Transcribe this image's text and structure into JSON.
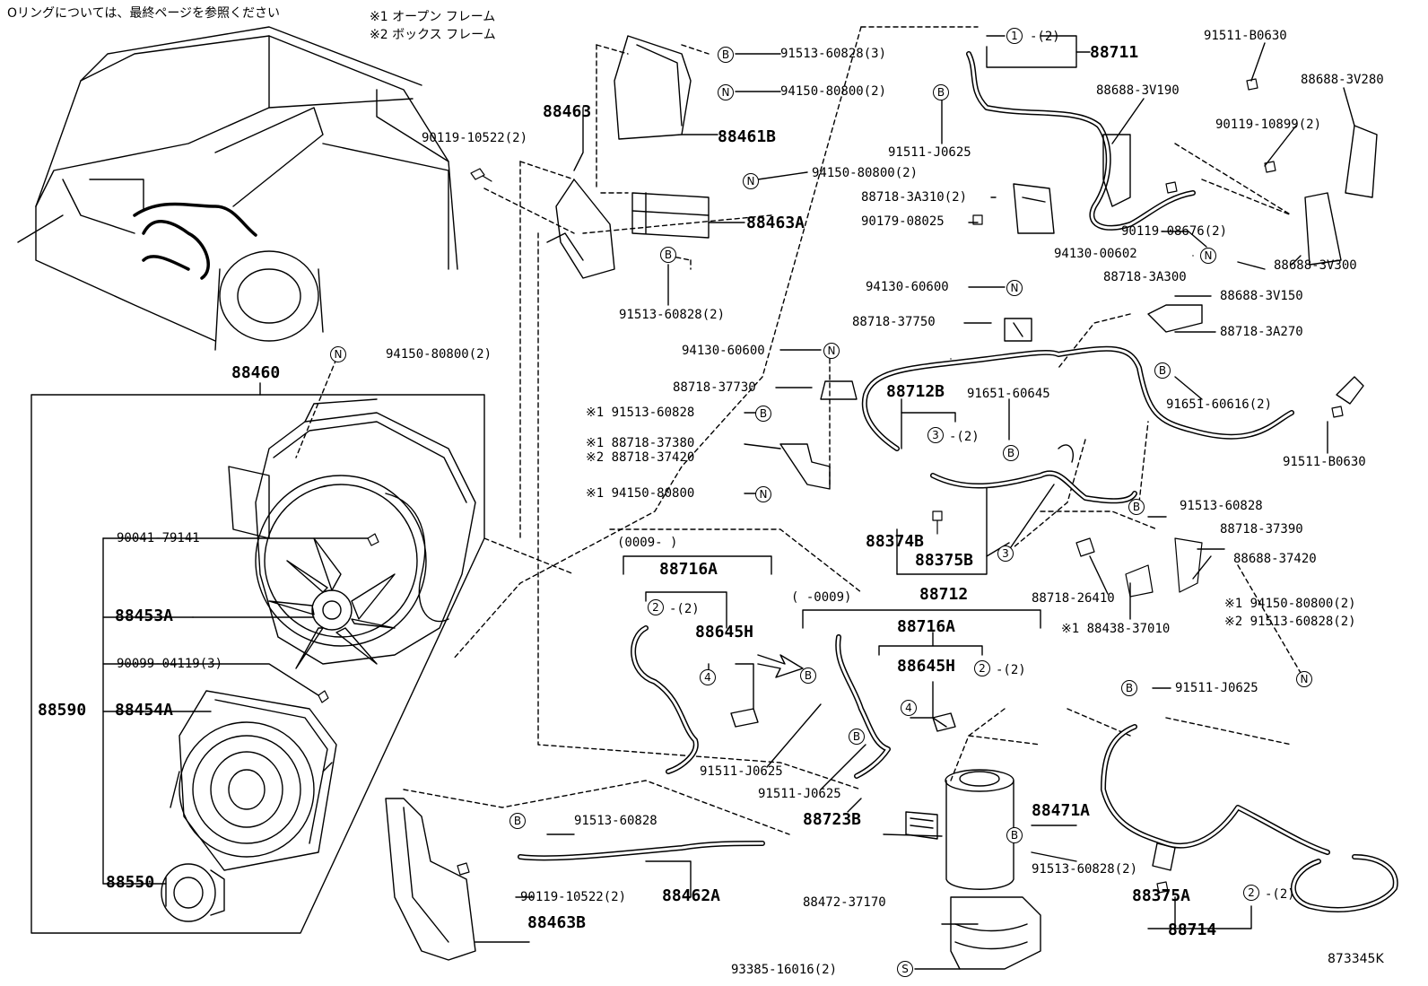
{
  "notes": {
    "oring": "Oリングについては、最終ページを参照ください",
    "star1": "※1 オープン フレーム",
    "star2": "※2 ボックス フレーム"
  },
  "labels": {
    "p91513_60828_3": "91513-60828(3)",
    "p94150_80800_2a": "94150-80800(2)",
    "p88463": "88463",
    "p88461B": "88461B",
    "p90119_10522_2a": "90119-10522(2)",
    "p94150_80800_2b": "94150-80800(2)",
    "p88463A": "88463A",
    "p91513_60828_2a": "91513-60828(2)",
    "p88711": "88711",
    "p88711_q": "-(2)",
    "p91511_J0625a": "91511-J0625",
    "p88688_3V190": "88688-3V190",
    "p88718_3A310": "88718-3A310(2)",
    "p90179_08025": "90179-08025",
    "p91511_B0630a": "91511-B0630",
    "p88688_3V280": "88688-3V280",
    "p90119_10899": "90119-10899(2)",
    "p90119_08676": "90119-08676(2)",
    "p94130_00602": "94130-00602",
    "p88718_3A300": "88718-3A300",
    "p88688_3V300": "88688-3V300",
    "p94130_60600a": "94130-60600",
    "p88718_37750": "88718-37750",
    "p88688_3V150": "88688-3V150",
    "p88718_3A270": "88718-3A270",
    "p94130_60600b": "94130-60600",
    "p88718_37730": "88718-37730",
    "p88712B": "88712B",
    "p91651_60645": "91651-60645",
    "p91651_60616": "91651-60616(2)",
    "p91511_B0630b": "91511-B0630",
    "p3_q": "-(2)",
    "p91513_60828_s1": "※1 91513-60828",
    "p88718_37380": "※1 88718-37380",
    "p88718_37420": "※2 88718-37420",
    "p94150_80800_s1": "※1 94150-80800",
    "p94150_80800_2c": "94150-80800(2)",
    "p88460": "88460",
    "p90041_79141": "90041-79141",
    "p88453A": "88453A",
    "p90099_04119": "90099-04119(3)",
    "p88590": "88590",
    "p88454A": "88454A",
    "p88550": "88550",
    "p0009_open": "(0009-    )",
    "p88716A_a": "88716A",
    "p2_qa": "-(2)",
    "p88645H_a": "88645H",
    "p0009_close": "(     -0009)",
    "p88716A_b": "88716A",
    "p88645H_b": "88645H",
    "p2_qb": "-(2)",
    "p91511_J0625b": "91511-J0625",
    "p91511_J0625c": "91511-J0625",
    "p88374B": "88374B",
    "p88375B": "88375B",
    "p88712": "88712",
    "p91513_60828b": "91513-60828",
    "p88718_37390": "88718-37390",
    "p88718_26410": "88718-26410",
    "p88688_37420": "88688-37420",
    "p88438_37010": "※1 88438-37010",
    "p94150_80800_s1b": "※1  94150-80800(2)",
    "p91513_60828_s2": "※2  91513-60828(2)",
    "p91511_J0625d": "91511-J0625",
    "p88723B": "88723B",
    "p88471A": "88471A",
    "p91513_60828c": "91513-60828",
    "p90119_10522_2b": "90119-10522(2)",
    "p88462A": "88462A",
    "p88463B": "88463B",
    "p91513_60828_2b": "91513-60828(2)",
    "p88472_37170": "88472-37170",
    "p93385_16016": "93385-16016(2)",
    "p88375A": "88375A",
    "p2_qc": "-(2)",
    "p88714": "88714",
    "ref_code": "873345K"
  },
  "markers": {
    "B": "B",
    "N": "N",
    "S": "S",
    "one": "1",
    "two": "2",
    "three": "3",
    "four": "4"
  }
}
